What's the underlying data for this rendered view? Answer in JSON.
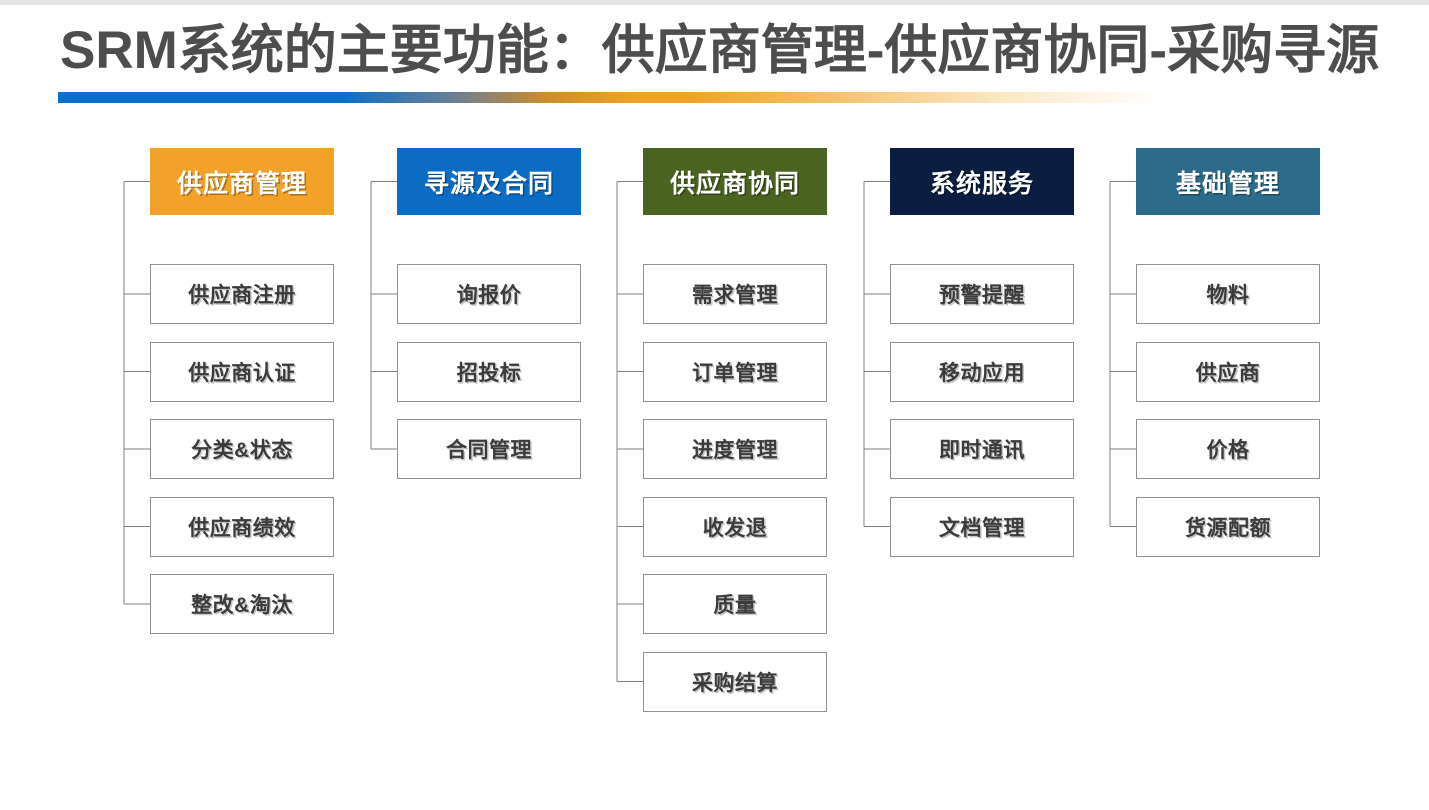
{
  "slide": {
    "title": "SRM系统的主要功能：供应商管理-供应商协同-采购寻源",
    "background": "#ffffff",
    "rule_gradient": [
      "#0d6fc8",
      "#f2a127",
      "#ffffff"
    ]
  },
  "chart_data": {
    "type": "table",
    "title": "SRM系统的主要功能：供应商管理-供应商协同-采购寻源",
    "categories": [
      "供应商管理",
      "寻源及合同",
      "供应商协同",
      "系统服务",
      "基础管理"
    ],
    "columns": [
      {
        "header": "供应商管理",
        "color": "#f2a229",
        "items": [
          "供应商注册",
          "供应商认证",
          "分类&状态",
          "供应商绩效",
          "整改&淘汰"
        ]
      },
      {
        "header": "寻源及合同",
        "color": "#0c6cc4",
        "items": [
          "询报价",
          "招投标",
          "合同管理"
        ]
      },
      {
        "header": "供应商协同",
        "color": "#4a6321",
        "items": [
          "需求管理",
          "订单管理",
          "进度管理",
          "收发退",
          "质量",
          "采购结算"
        ]
      },
      {
        "header": "系统服务",
        "color": "#0b1e42",
        "items": [
          "预警提醒",
          "移动应用",
          "即时通讯",
          "文档管理"
        ]
      },
      {
        "header": "基础管理",
        "color": "#2c6b89",
        "items": [
          "物料",
          "供应商",
          "价格",
          "货源配额"
        ]
      }
    ]
  }
}
